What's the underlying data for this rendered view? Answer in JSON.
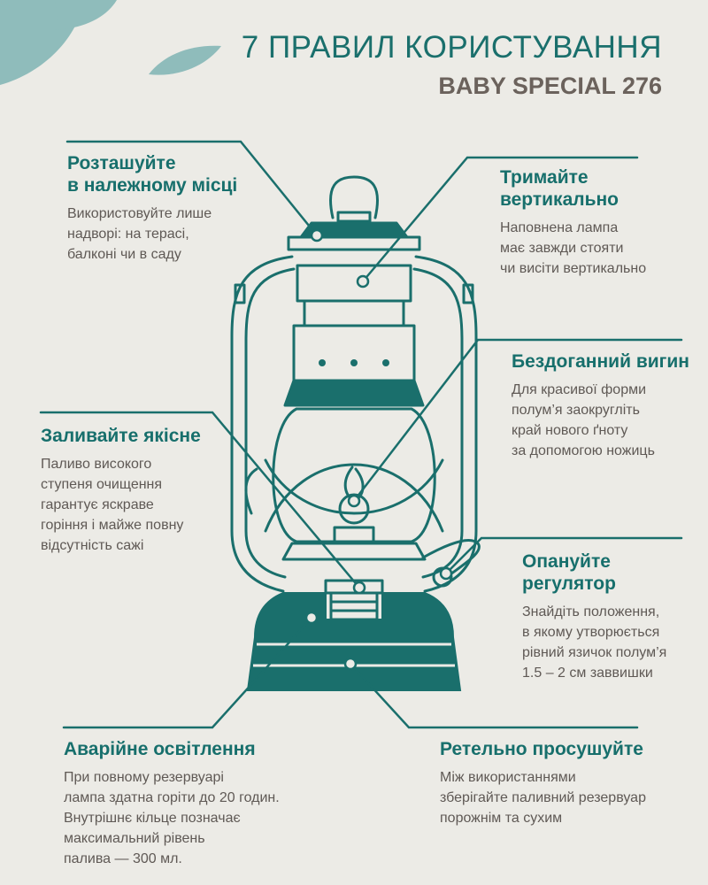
{
  "header": {
    "title": "7 ПРАВИЛ КОРИСТУВАННЯ",
    "subtitle": "BABY SPECIAL 276"
  },
  "callouts": {
    "place": {
      "heading": "Розташуйте\nв належному місці",
      "text": "Використовуйте лише\nнадворі: на терасі,\nбалконі чи в саду"
    },
    "vertical": {
      "heading": "Тримайте\nвертикально",
      "text": "Наповнена лампа\nмає завжди стояти\nчи висіти вертикально"
    },
    "wick": {
      "heading": "Бездоганний вигин",
      "text": "Для красивої форми\nполум’я заокругліть\nкрай нового ґноту\nза допомогою ножиць"
    },
    "fuel": {
      "heading": "Заливайте якісне",
      "text": "Паливо високого\nступеня очищення\nгарантує яскраве\nгоріння і майже повну\nвідсутність сажі"
    },
    "regulator": {
      "heading": "Опануйте\nрегулятор",
      "text": "Знайдіть положення,\nв якому утворюється\nрівний язичок полум’я\n1.5 – 2 см заввишки"
    },
    "emergency": {
      "heading": "Аварійне освітлення",
      "text": "При повному резервуарі\nлампа здатна горіти до 20 годин.\nВнутрішнє кільце позначає\nмаксимальний рівень\nпалива — 300 мл."
    },
    "dry": {
      "heading": "Ретельно просушуйте",
      "text": "Між використаннями\nзберігайте паливний резервуар\nпорожнім та сухим"
    }
  },
  "colors": {
    "accent": "#1a6f6c",
    "secondary": "#6b625c",
    "background": "#ecebe6",
    "leaf": "#8fbcbb"
  }
}
